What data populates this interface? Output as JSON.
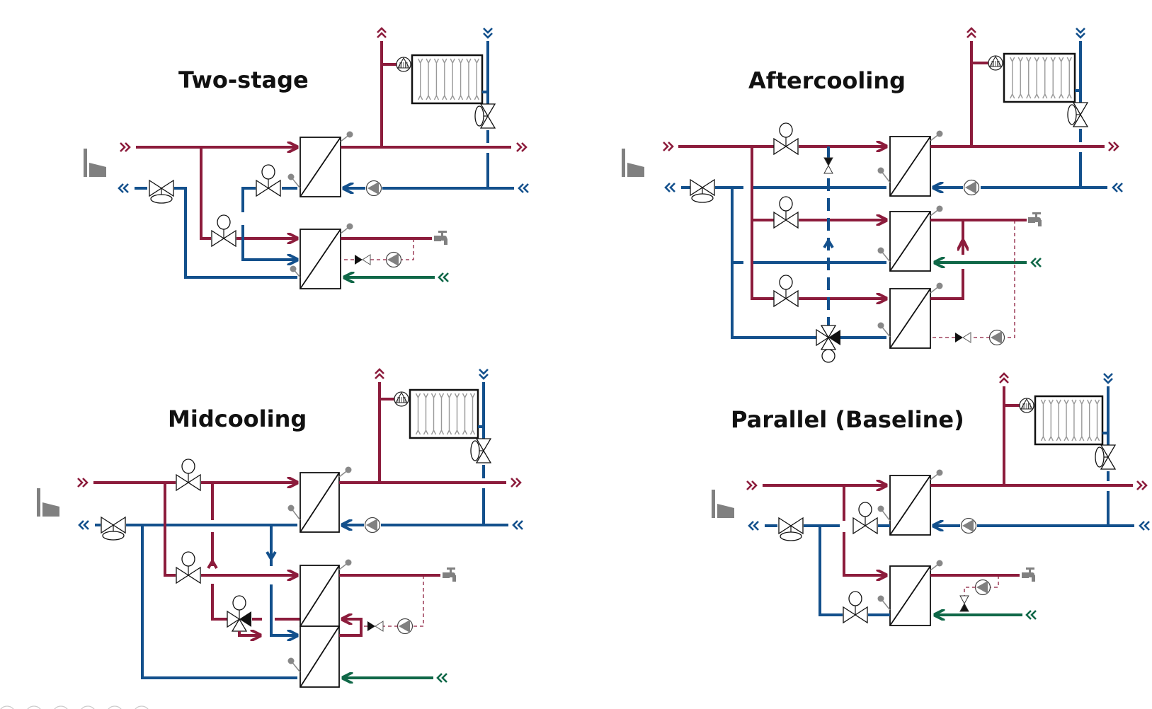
{
  "panels": [
    {
      "id": "two-stage",
      "title": "Two-stage"
    },
    {
      "id": "aftercooling",
      "title": "Aftercooling"
    },
    {
      "id": "midcooling",
      "title": "Midcooling"
    },
    {
      "id": "parallel",
      "title": "Parallel (Baseline)"
    }
  ],
  "legend": {
    "supply_color": "#8c1c3c",
    "return_color": "#13508c",
    "cold_water_color": "#106848"
  },
  "icons": [
    "district-heating-plant-icon",
    "radiator-icon",
    "pump-icon",
    "control-valve-icon",
    "three-way-valve-icon",
    "check-valve-icon",
    "heat-exchanger-icon",
    "temperature-sensor-icon",
    "tap-icon",
    "flow-direction-chevron-icon"
  ],
  "pager": {
    "dots": 6,
    "active": 5
  }
}
